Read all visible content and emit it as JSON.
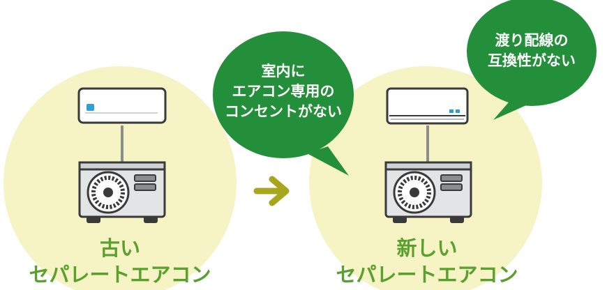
{
  "left_label": {
    "line1": "古い",
    "line2": "セパレートエアコン"
  },
  "right_label": {
    "line1": "新しい",
    "line2": "セパレートエアコン"
  },
  "bubble_left": {
    "line1": "室内に",
    "line2": "エアコン専用の",
    "line3": "コンセントがない"
  },
  "bubble_right": {
    "line1": "渡り配線の",
    "line2": "互換性がない"
  },
  "colors": {
    "circle_fill": "#f6f3c4",
    "bubble_green": "#248f3a",
    "label_green": "#5aa02c",
    "arrow_olive": "#a8a61c",
    "unit_gray": "#e2e4e6",
    "outline": "#3a3a3a",
    "ac_blue": "#2e9fd8"
  }
}
